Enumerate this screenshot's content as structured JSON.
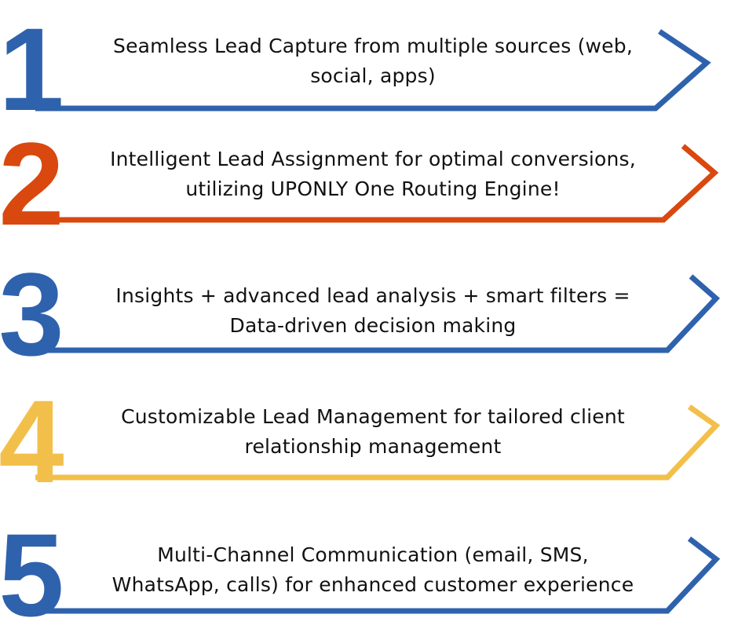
{
  "steps": [
    {
      "number": "1",
      "color": "#2f62ad",
      "line1": "Seamless Lead Capture from multiple sources (web,",
      "line2": "social, apps)"
    },
    {
      "number": "2",
      "color": "#d9480f",
      "line1": "Intelligent Lead Assignment for optimal conversions,",
      "line2": "utilizing UPONLY One Routing Engine!"
    },
    {
      "number": "3",
      "color": "#2f62ad",
      "line1": "Insights + advanced lead analysis + smart filters =",
      "line2": "Data-driven decision making"
    },
    {
      "number": "4",
      "color": "#f2c04a",
      "line1": "Customizable Lead Management for tailored client",
      "line2": "relationship management"
    },
    {
      "number": "5",
      "color": "#2f62ad",
      "line1": "Multi-Channel Communication (email, SMS,",
      "line2": "WhatsApp, calls) for enhanced customer experience"
    }
  ]
}
